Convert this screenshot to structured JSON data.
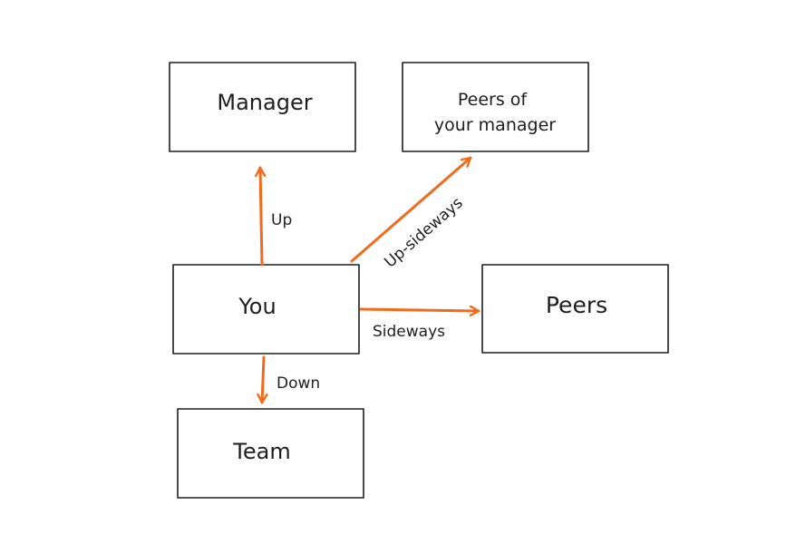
{
  "colors": {
    "box_stroke": "#1e1e1e",
    "text": "#1e1e1e",
    "arrow": "#f26b1d",
    "background": "#ffffff"
  },
  "nodes": {
    "manager": {
      "lines": [
        "Manager"
      ]
    },
    "peers_of_manager": {
      "lines": [
        "Peers of",
        "your manager"
      ]
    },
    "you": {
      "lines": [
        "You"
      ]
    },
    "peers": {
      "lines": [
        "Peers"
      ]
    },
    "team": {
      "lines": [
        "Team"
      ]
    }
  },
  "edges": {
    "up": {
      "label": "Up",
      "from": "you",
      "to": "manager"
    },
    "up_sideways": {
      "label": "Up-sideways",
      "from": "you",
      "to": "peers_of_manager"
    },
    "sideways": {
      "label": "Sideways",
      "from": "you",
      "to": "peers"
    },
    "down": {
      "label": "Down",
      "from": "you",
      "to": "team"
    }
  }
}
